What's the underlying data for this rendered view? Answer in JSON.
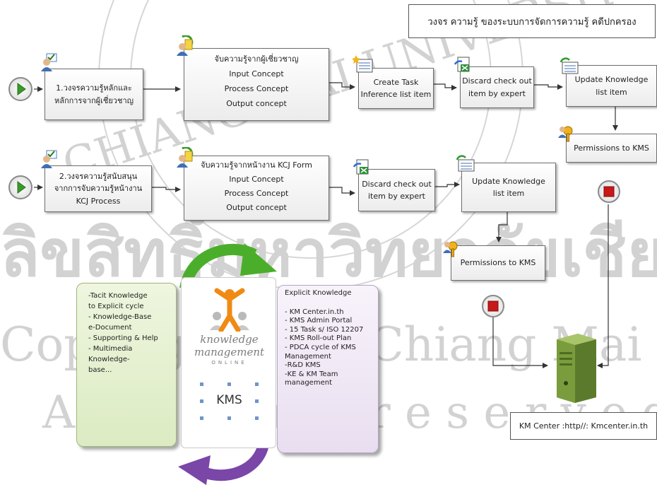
{
  "title": "วงจร ความรู้ ของระบบการจัดการความรู้ คดีปกครอง",
  "row1": {
    "start_label": "1.วงจรความรู้หลักและ\nหลักการจากผู้เชี่ยวชาญ",
    "concept_lines": [
      "จับความรู้จากผู้เชี่ยวชาญ",
      "Input Concept",
      "Process Concept",
      "Output concept"
    ],
    "create_task": "Create Task\nInference list item",
    "discard": "Discard check out\nitem by expert",
    "update": "Update Knowledge\nlist item",
    "permissions": "Permissions to KMS"
  },
  "row2": {
    "start_label": "2.วงจรความรู้สนับสนุน\nจากการจับความรู้หน้างาน\nKCJ Process",
    "concept_lines": [
      "จับความรู้จากหน้างาน KCJ Form",
      "Input Concept",
      "Process Concept",
      "Output concept"
    ],
    "discard": "Discard check out\nitem by expert",
    "update": "Update Knowledge\nlist item",
    "permissions": "Permissions to KMS"
  },
  "cycle": {
    "left_items": [
      "-Tacit  Knowledge\nto Explicit  cycle",
      "- Knowledge-Base\ne-Document",
      "- Supporting  & Help",
      "- Multimedia  Knowledge-\nbase..."
    ],
    "right_heading": "Explicit Knowledge",
    "right_items": [
      "- KM Center.in.th",
      "- KMS Admin Portal",
      "- 15 Task s/  ISO 12207",
      "- KMS  Roll-out Plan",
      "- PDCA cycle of  KMS\nManagement",
      "-R&D  KMS",
      "-KE & KM Team\nmanagement"
    ],
    "logo_line1": "knowledge",
    "logo_line2": "management",
    "logo_line3": "ONLINE",
    "center_label": "KMS"
  },
  "server_caption": "KM Center :http//: Kmcenter.in.th",
  "watermark": [
    "ลิขสิทธิ์มหาวิทยาลัยเชียงใหม่",
    "Copyright© by Chiang Mai University",
    "A l l   r i g h t s   r e s e r v e d",
    "CHIANG MAI UNIVERSITY"
  ],
  "colors": {
    "flow_arrow": "#333333",
    "play_green": "#3a9a2a",
    "stop_red": "#c81818",
    "cycle_green": "#4bae2a",
    "cycle_purple": "#7a46a8",
    "left_panel": "#dcebc2",
    "right_panel": "#e9def0"
  }
}
